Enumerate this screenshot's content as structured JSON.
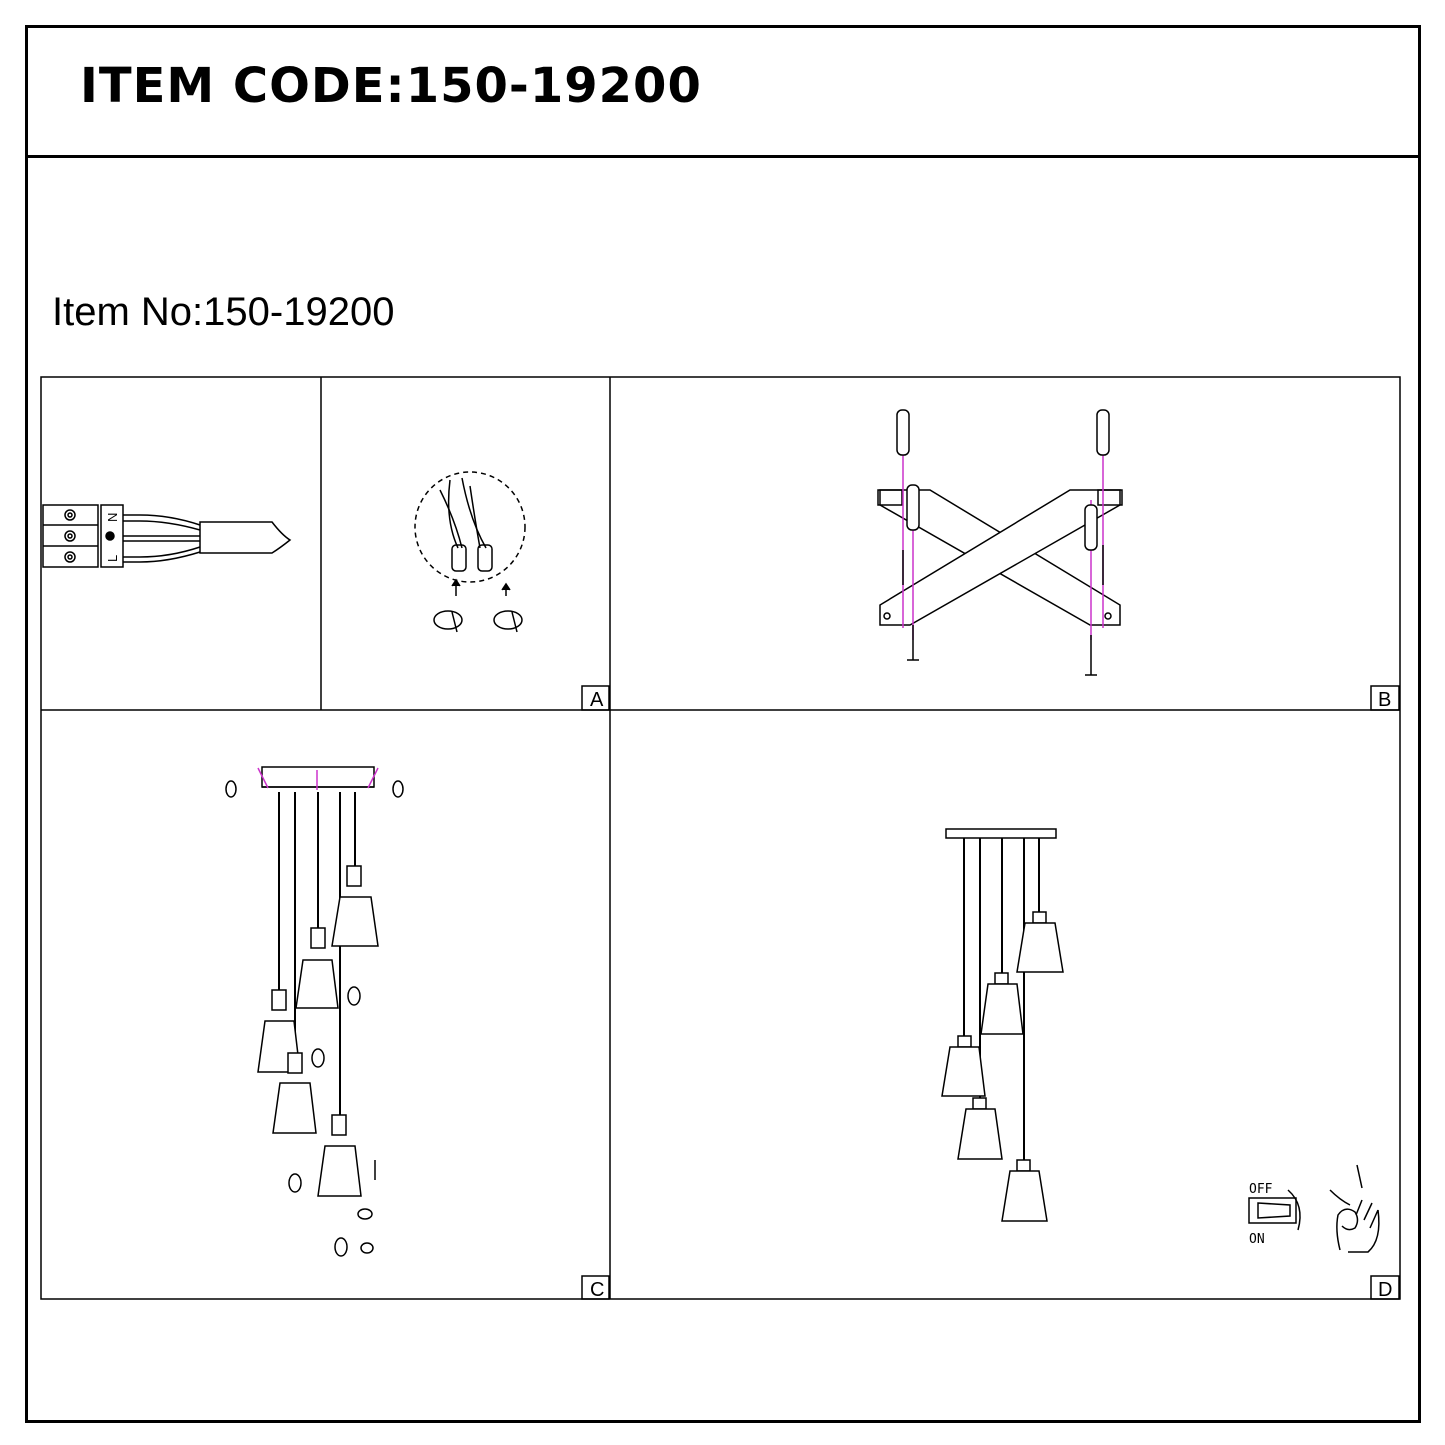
{
  "header": {
    "item_code": "ITEM CODE:150-19200"
  },
  "subheader": {
    "item_no": "Item No:150-19200"
  },
  "steps": {
    "a": "A",
    "b": "B",
    "c": "C",
    "d": "D"
  },
  "wiring": {
    "terminal_n": "N",
    "terminal_l": "L"
  },
  "switch": {
    "off_label": "OFF",
    "on_label": "ON"
  },
  "colors": {
    "line": "#000000",
    "guide": "#cc33cc"
  }
}
